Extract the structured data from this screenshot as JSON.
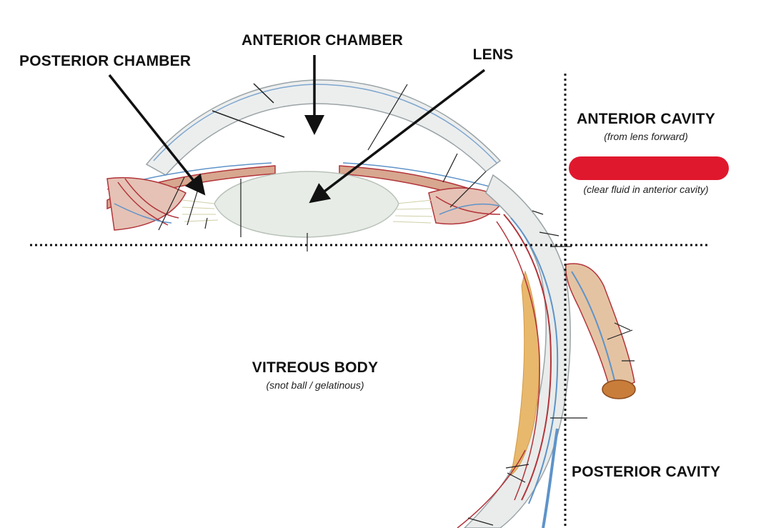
{
  "labels": {
    "anterior_chamber": "ANTERIOR CHAMBER",
    "posterior_chamber": "POSTERIOR CHAMBER",
    "lens": "LENS",
    "anterior_cavity": "ANTERIOR CAVITY",
    "anterior_cavity_note": "(from lens forward)",
    "fluid_note": "(clear fluid in anterior cavity)",
    "vitreous_body": "VITREOUS BODY",
    "vitreous_note": "(snot ball / gelatinous)",
    "posterior_cavity": "POSTERIOR CAVITY"
  },
  "colors": {
    "fluid_swatch": "#e0182d",
    "vessel_red": "#b2343a",
    "vessel_blue": "#5e93c9",
    "sclera": "#e9eceb",
    "lens": "#e7ece7",
    "choroid_orange": "#e8b86d",
    "divider": "#111111"
  },
  "icons": {
    "arrow": "arrow-icon",
    "fluid_swatch": "red-fluid-swatch"
  }
}
